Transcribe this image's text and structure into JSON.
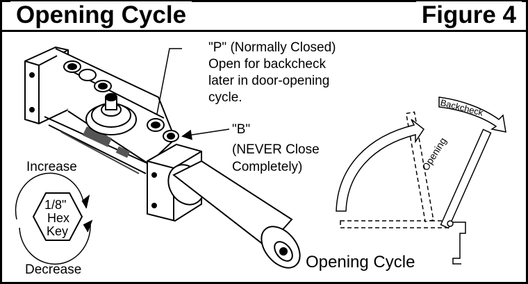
{
  "header": {
    "title": "Opening Cycle",
    "figure": "Figure 4"
  },
  "labels": {
    "p_valve": [
      "\"P\" (Normally Closed)",
      "Open for backcheck",
      "later in door-opening",
      "cycle."
    ],
    "b_valve": [
      "\"B\"",
      "(NEVER Close",
      "Completely)"
    ],
    "increase": "Increase",
    "decrease": "Decrease",
    "hex_key": [
      "1/8\"",
      "Hex",
      "Key"
    ],
    "backcheck": "Backcheck",
    "opening": "Opening",
    "cycle_caption": "Opening Cycle"
  }
}
